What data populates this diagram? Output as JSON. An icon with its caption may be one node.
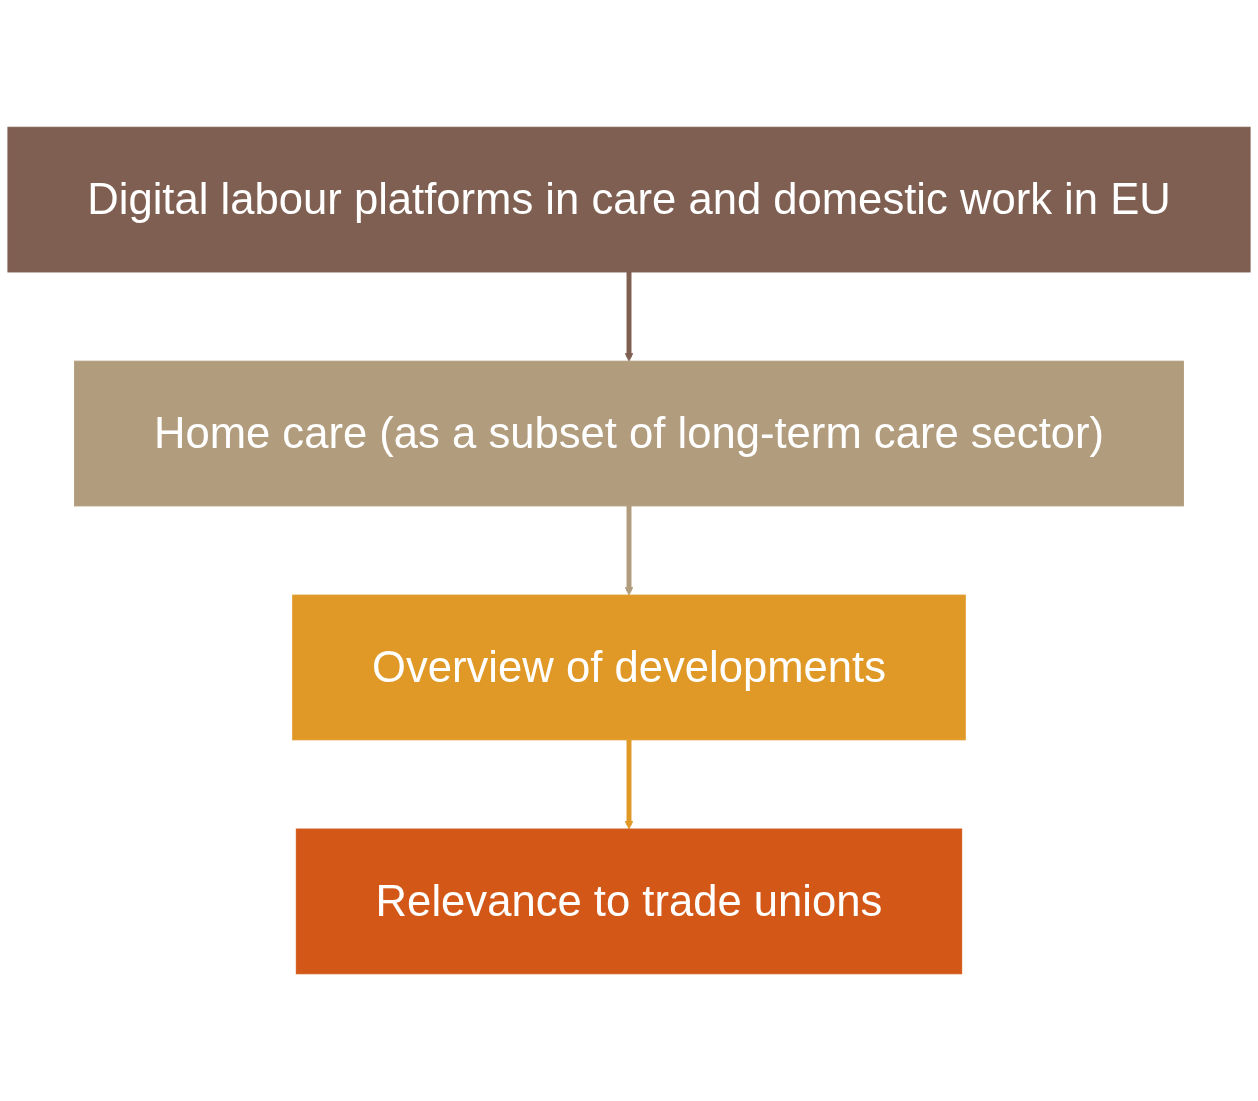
{
  "diagram": {
    "nodes": [
      {
        "text": [
          "Digital labour platforms in care and domestic work in EU"
        ]
      },
      {
        "text": [
          "Home care (as a subset of long-term care sector)"
        ]
      },
      {
        "text": [
          "Overview of developments"
        ]
      },
      {
        "text": [
          "Relevance to trade unions"
        ]
      }
    ],
    "edges": [
      {
        "from": 0,
        "to": 1,
        "arrow": "to",
        "color": "#7f5f51"
      },
      {
        "from": 1,
        "to": 2,
        "arrow": "to",
        "color": "#b19c7d"
      },
      {
        "from": 2,
        "to": 3,
        "arrow": "to",
        "color": "#e09826"
      }
    ]
  }
}
